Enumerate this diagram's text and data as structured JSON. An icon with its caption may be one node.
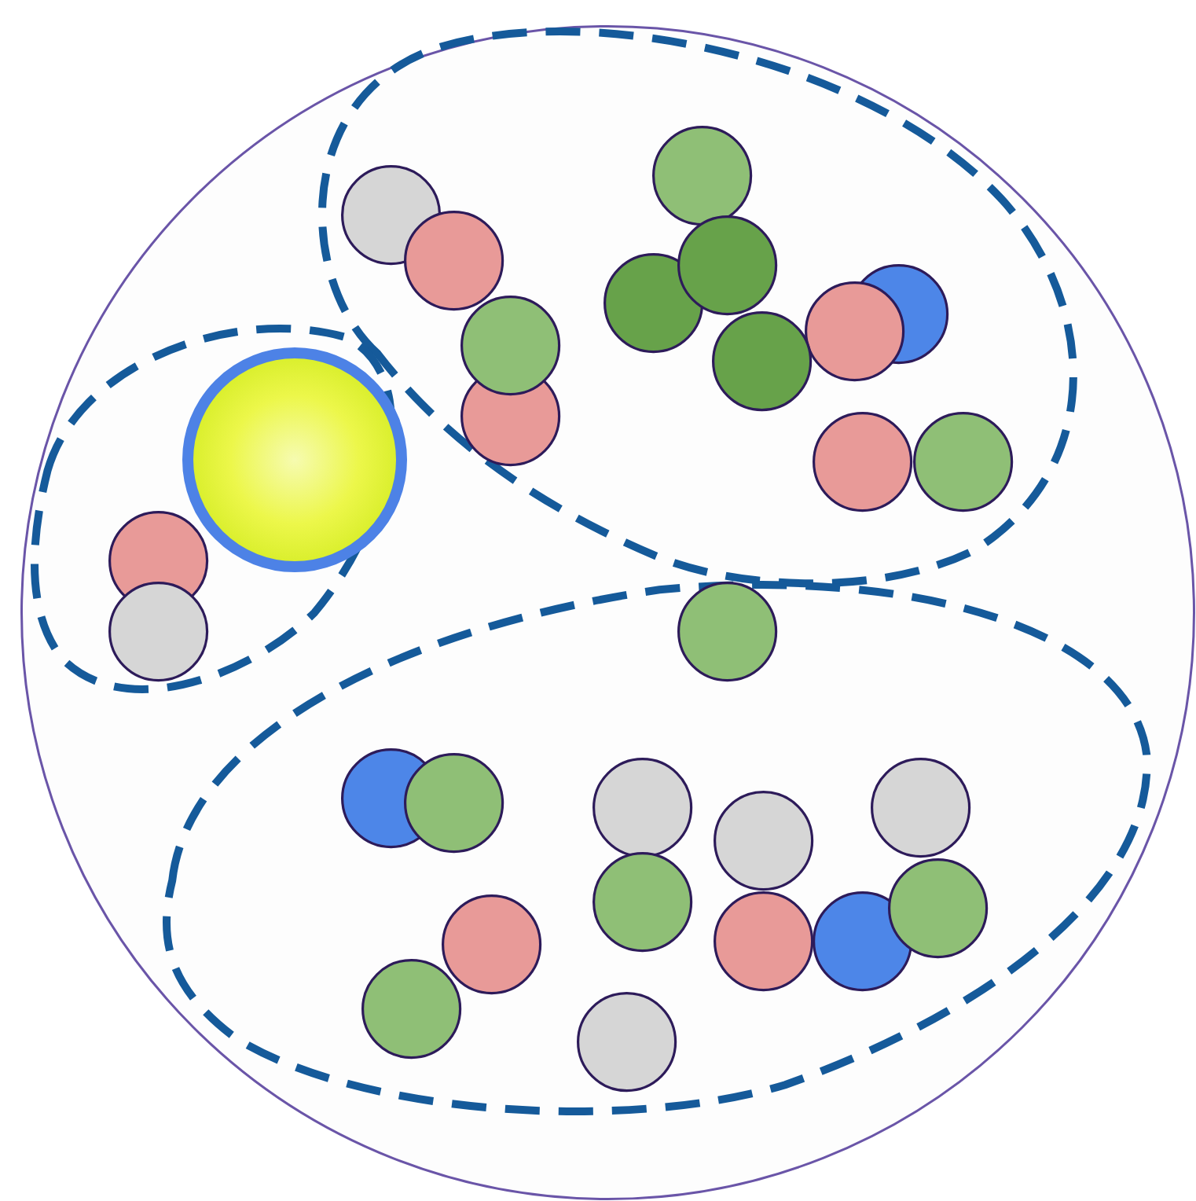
{
  "diagram": {
    "nodes": [
      {
        "text": [],
        "shape": "circle"
      },
      {
        "text": [],
        "shape": "loop",
        "in": 0
      },
      {
        "text": [],
        "shape": "loop",
        "in": 0
      },
      {
        "text": [],
        "shape": "loop",
        "in": 0
      },
      {
        "text": [],
        "shape": "circle",
        "in": 1
      },
      {
        "text": [],
        "shape": "circle",
        "in": 1
      },
      {
        "text": [],
        "shape": "circle",
        "in": 1
      },
      {
        "text": [],
        "shape": "circle",
        "in": 1
      },
      {
        "text": [],
        "shape": "circle",
        "in": 1
      },
      {
        "text": [],
        "shape": "circle",
        "in": 1
      },
      {
        "text": [],
        "shape": "circle",
        "in": 1
      },
      {
        "text": [],
        "shape": "circle",
        "in": 1
      },
      {
        "text": [],
        "shape": "circle",
        "in": 1
      },
      {
        "text": [],
        "shape": "circle",
        "in": 1
      },
      {
        "text": [],
        "shape": "circle",
        "in": 1
      },
      {
        "text": [],
        "shape": "circle",
        "in": 1
      },
      {
        "text": [],
        "shape": "circle",
        "in": 2
      },
      {
        "text": [],
        "shape": "circle",
        "in": 2
      },
      {
        "text": [],
        "shape": "circle",
        "in": 2
      },
      {
        "text": [],
        "shape": "circle",
        "in": 3
      },
      {
        "text": [],
        "shape": "circle",
        "in": 3
      },
      {
        "text": [],
        "shape": "circle",
        "in": 3
      },
      {
        "text": [],
        "shape": "circle",
        "in": 3
      },
      {
        "text": [],
        "shape": "circle",
        "in": 3
      },
      {
        "text": [],
        "shape": "circle",
        "in": 3
      },
      {
        "text": [],
        "shape": "circle",
        "in": 3
      },
      {
        "text": [],
        "shape": "circle",
        "in": 3
      },
      {
        "text": [],
        "shape": "circle",
        "in": 3
      },
      {
        "text": [],
        "shape": "circle",
        "in": 3
      },
      {
        "text": [],
        "shape": "circle",
        "in": 3
      },
      {
        "text": [],
        "shape": "circle",
        "in": 3
      },
      {
        "text": [],
        "shape": "circle",
        "in": 3
      }
    ]
  }
}
